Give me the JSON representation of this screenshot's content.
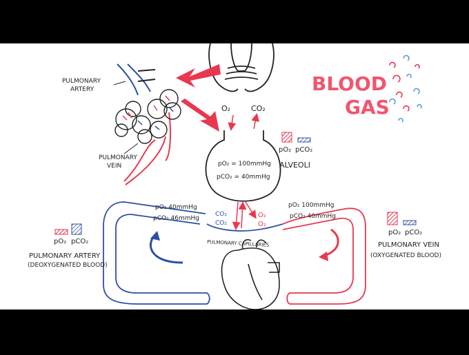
{
  "title": {
    "line1": "BLOOD",
    "line2": "GAS"
  },
  "labels": {
    "pulmonary_artery_lung": [
      "PULMONARY",
      "ARTERY"
    ],
    "pulmonary_vein_lung": [
      "PULMONARY",
      "VEIN"
    ],
    "o2": "O₂",
    "co2": "CO₂",
    "alveoli": "ALVEOLI",
    "alveoli_po2": "pO₂ = 100mmHg",
    "alveoli_pco2": "pCO₂ = 40mmHg",
    "legend_po2": "pO₂",
    "legend_pco2": "pCO₂",
    "deoxy_po2": "pO₂  40mmHg",
    "deoxy_pco2": "pCO₂ 46mmHg",
    "oxy_po2": "pO₂ 100mmHg",
    "oxy_pco2": "pCO₂  40mmHg",
    "exchange_co2_a": "CO₂",
    "exchange_co2_b": "CO₂",
    "exchange_o2_a": "O₂",
    "exchange_o2_b": "O₂",
    "capillaries": "PULMONARY CAPILLARIES",
    "pa_name": "PULMONARY ARTERY",
    "pa_note": "(DEOXYGENATED BLOOD)",
    "pv_name": "PULMONARY VEIN",
    "pv_note": "(OXYGENATED BLOOD)"
  },
  "colors": {
    "red": "#e8384f",
    "blue": "#2d4fa3",
    "ink": "#222222",
    "pink": "#f0566e",
    "lightblue": "#5aa0d8"
  }
}
